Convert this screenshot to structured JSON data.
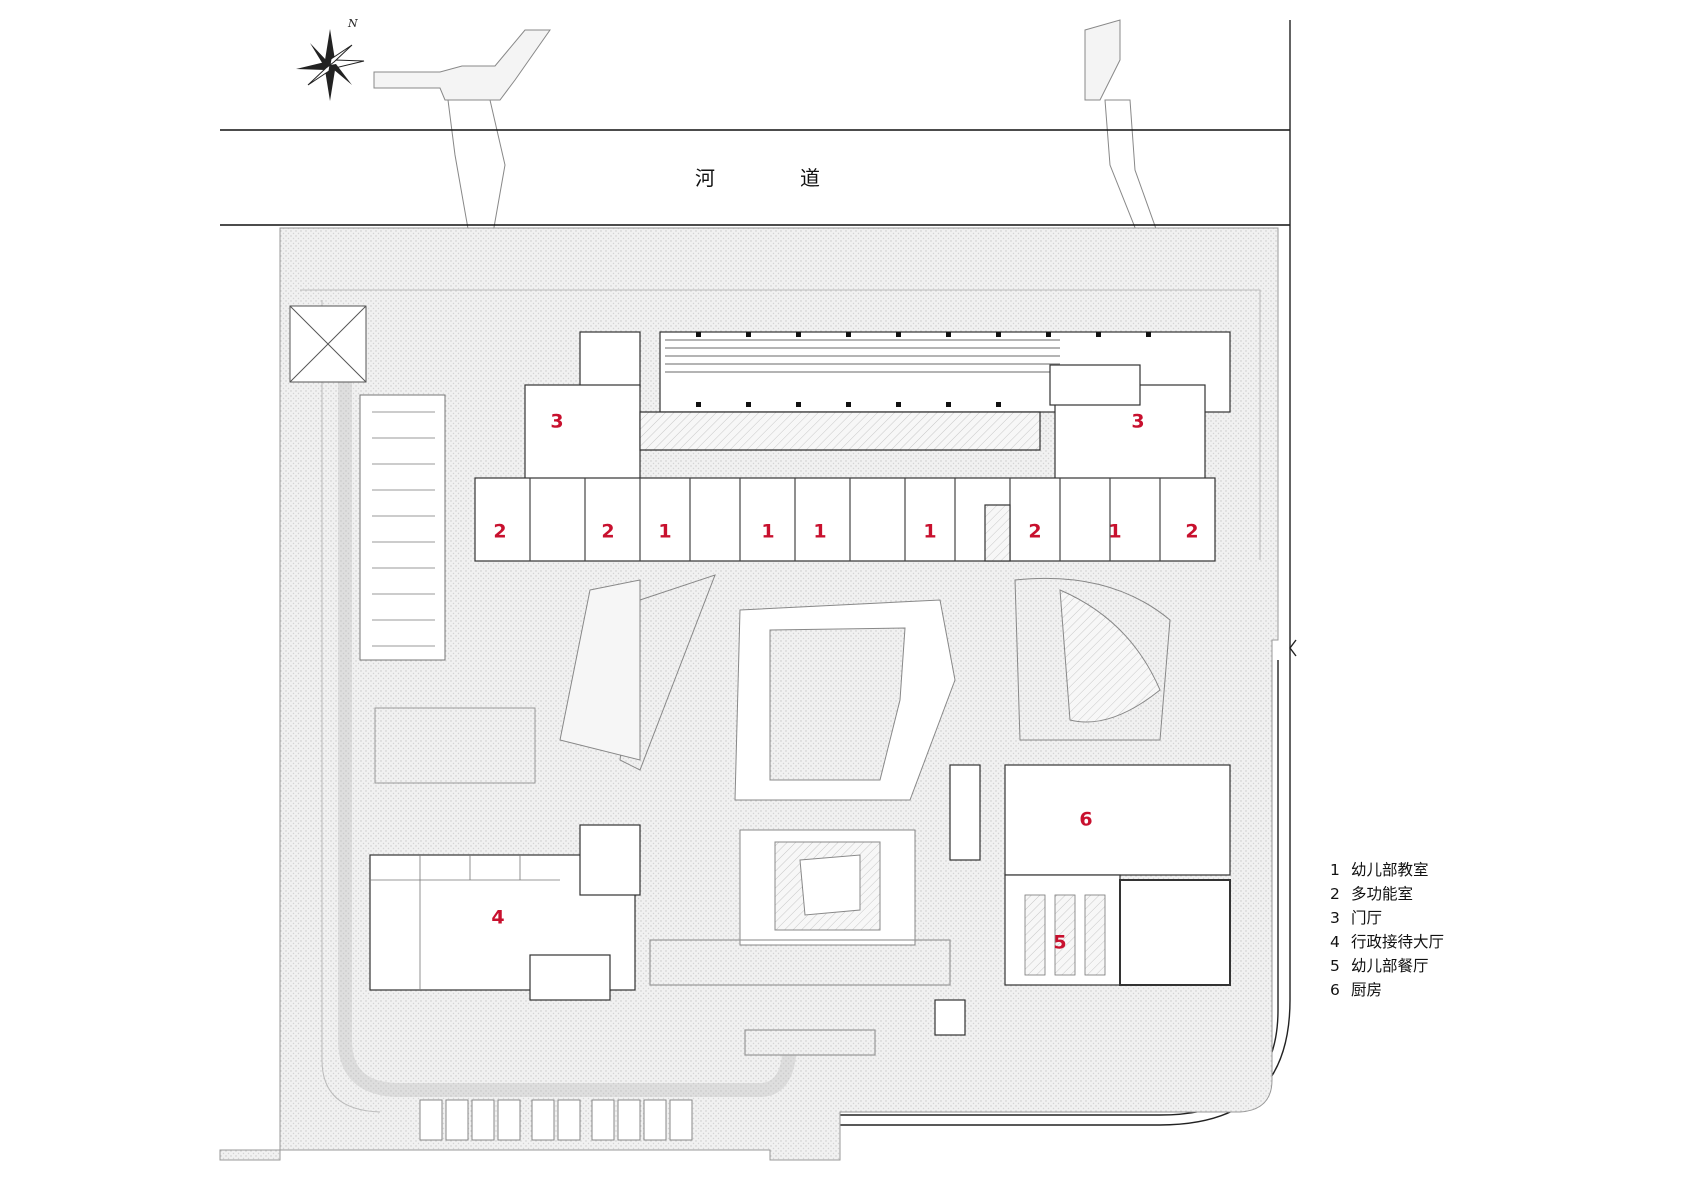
{
  "river": {
    "char1": "河",
    "char2": "道"
  },
  "compass": {
    "north": "N"
  },
  "room_labels": [
    {
      "id": "lobby-nw",
      "text": "3"
    },
    {
      "id": "lobby-ne",
      "text": "3"
    },
    {
      "id": "class-1",
      "text": "2"
    },
    {
      "id": "class-2",
      "text": "2"
    },
    {
      "id": "class-3",
      "text": "1"
    },
    {
      "id": "class-4",
      "text": "1"
    },
    {
      "id": "class-5",
      "text": "1"
    },
    {
      "id": "class-6",
      "text": "1"
    },
    {
      "id": "class-7",
      "text": "2"
    },
    {
      "id": "class-8",
      "text": "1"
    },
    {
      "id": "class-9",
      "text": "2"
    },
    {
      "id": "kitchen",
      "text": "6"
    },
    {
      "id": "admin",
      "text": "4"
    },
    {
      "id": "dining",
      "text": "5"
    }
  ],
  "legend": [
    {
      "num": "1",
      "label": "幼儿部教室"
    },
    {
      "num": "2",
      "label": "多功能室"
    },
    {
      "num": "3",
      "label": "门厅"
    },
    {
      "num": "4",
      "label": "行政接待大厅"
    },
    {
      "num": "5",
      "label": "幼儿部餐厅"
    },
    {
      "num": "6",
      "label": "厨房"
    }
  ],
  "colors": {
    "label_red": "#c8102e",
    "line": "#555555",
    "hatch": "#e9e9e9"
  }
}
